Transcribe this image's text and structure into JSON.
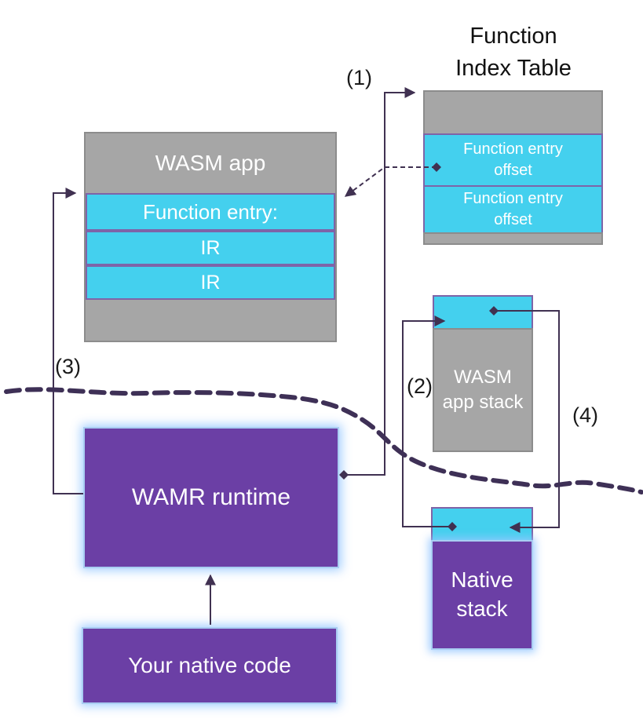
{
  "colors": {
    "gray": "#a6a6a6",
    "cyan": "#44d0ee",
    "purple": "#6b3fa5",
    "connector": "#403151",
    "boundary": "#3e3056"
  },
  "function_index_table": {
    "title_lines": [
      "Function",
      "Index Table"
    ],
    "rows": [
      {
        "lines": [
          "Function entry",
          "offset"
        ]
      },
      {
        "lines": [
          "Function entry",
          "offset"
        ]
      }
    ]
  },
  "wasm_app": {
    "header": "WASM app",
    "function_entry": "Function entry:",
    "ir_rows": [
      "IR",
      "IR"
    ]
  },
  "wasm_app_stack": {
    "lines": [
      "WASM",
      "app stack"
    ]
  },
  "native_stack": {
    "lines": [
      "Native",
      "stack"
    ]
  },
  "wamr_runtime": {
    "label": "WAMR runtime"
  },
  "native_code": {
    "label": "Your native code"
  },
  "annotations": {
    "a1": "(1)",
    "a2": "(2)",
    "a3": "(3)",
    "a4": "(4)"
  }
}
